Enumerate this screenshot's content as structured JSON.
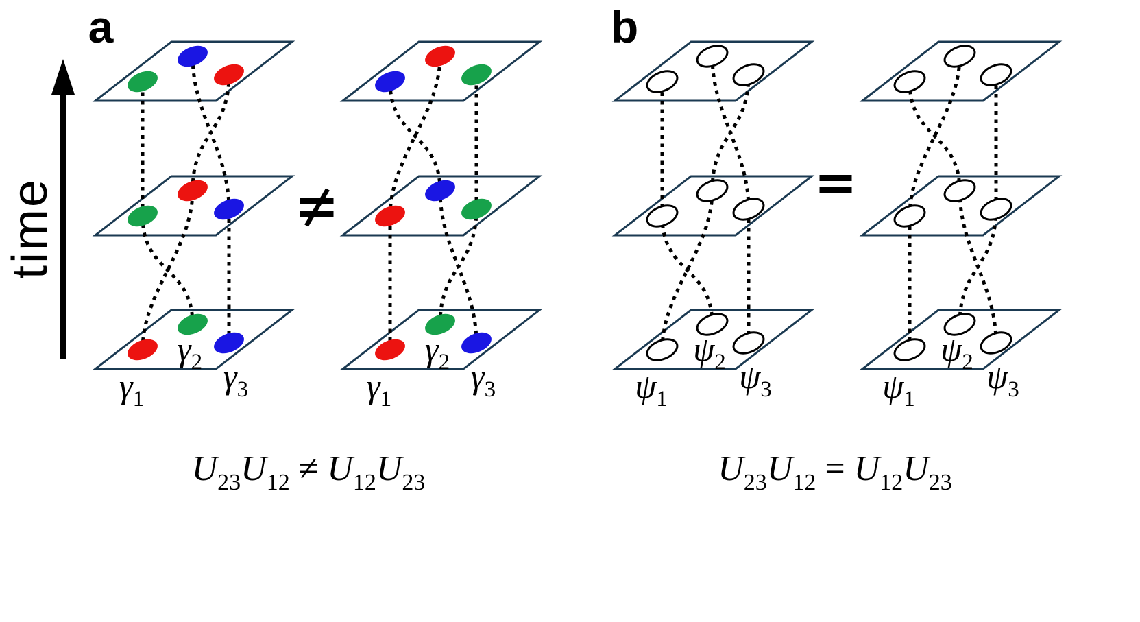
{
  "figure_type": "quantum-braiding-worldline-diagram",
  "time_axis": {
    "label": "time"
  },
  "colors": {
    "red": "#ec1310",
    "green": "#17a24b",
    "blue": "#1a16e3",
    "white": "#ffffff",
    "plane_stroke": "#1b3a52",
    "line": "#000000",
    "text": "#000000"
  },
  "panels": [
    {
      "id": "a",
      "label": "a",
      "relation": "≠",
      "particle_labels": [
        {
          "base": "γ",
          "sub": "1"
        },
        {
          "base": "γ",
          "sub": "2"
        },
        {
          "base": "γ",
          "sub": "3"
        }
      ],
      "equation_tokens": [
        {
          "t": "U"
        },
        {
          "t": "23",
          "sub": true
        },
        {
          "t": "U"
        },
        {
          "t": "12",
          "sub": true
        },
        {
          "t": " ≠ ",
          "rel": true
        },
        {
          "t": "U"
        },
        {
          "t": "12",
          "sub": true
        },
        {
          "t": "U"
        },
        {
          "t": "23",
          "sub": true
        }
      ],
      "stacks": [
        {
          "id": "a-left",
          "planes": [
            [
              "red",
              "green",
              "blue"
            ],
            [
              "green",
              "red",
              "blue"
            ],
            [
              "green",
              "blue",
              "red"
            ]
          ],
          "permutations": [
            [
              1,
              0,
              2
            ],
            [
              0,
              2,
              1
            ]
          ]
        },
        {
          "id": "a-right",
          "planes": [
            [
              "red",
              "green",
              "blue"
            ],
            [
              "red",
              "blue",
              "green"
            ],
            [
              "blue",
              "red",
              "green"
            ]
          ],
          "permutations": [
            [
              0,
              2,
              1
            ],
            [
              1,
              0,
              2
            ]
          ]
        }
      ]
    },
    {
      "id": "b",
      "label": "b",
      "relation": "=",
      "particle_labels": [
        {
          "base": "ψ",
          "sub": "1"
        },
        {
          "base": "ψ",
          "sub": "2"
        },
        {
          "base": "ψ",
          "sub": "3"
        }
      ],
      "equation_tokens": [
        {
          "t": "U"
        },
        {
          "t": "23",
          "sub": true
        },
        {
          "t": "U"
        },
        {
          "t": "12",
          "sub": true
        },
        {
          "t": " = ",
          "rel": true
        },
        {
          "t": "U"
        },
        {
          "t": "12",
          "sub": true
        },
        {
          "t": "U"
        },
        {
          "t": "23",
          "sub": true
        }
      ],
      "stacks": [
        {
          "id": "b-left",
          "planes": [
            [
              "white",
              "white",
              "white"
            ],
            [
              "white",
              "white",
              "white"
            ],
            [
              "white",
              "white",
              "white"
            ]
          ],
          "permutations": [
            [
              1,
              0,
              2
            ],
            [
              0,
              2,
              1
            ]
          ]
        },
        {
          "id": "b-right",
          "planes": [
            [
              "white",
              "white",
              "white"
            ],
            [
              "white",
              "white",
              "white"
            ],
            [
              "white",
              "white",
              "white"
            ]
          ],
          "permutations": [
            [
              0,
              2,
              1
            ],
            [
              1,
              0,
              2
            ]
          ]
        }
      ]
    }
  ]
}
